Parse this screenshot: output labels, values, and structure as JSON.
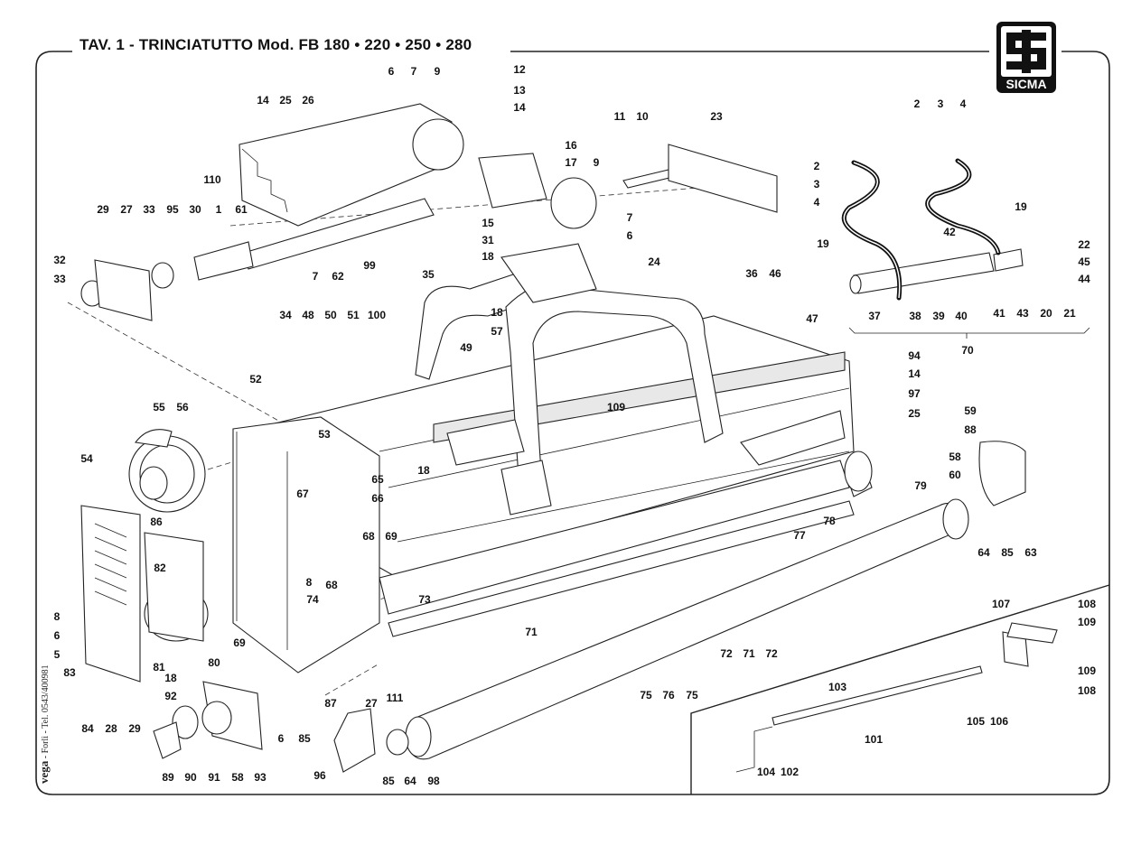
{
  "header": {
    "title": "TAV. 1  -  TRINCIATUTTO Mod. FB 180 • 220 • 250 • 280"
  },
  "logo": {
    "text": "SICMA",
    "icon": "sicma-logo"
  },
  "side_note": {
    "brand": "vega",
    "text": " - Forlì - Tel. 0543/400981"
  },
  "group_label": "70",
  "labels": [
    "12",
    "13",
    "14",
    "14",
    "25",
    "26",
    "6",
    "7",
    "9",
    "16",
    "17",
    "9",
    "110",
    "29",
    "27",
    "33",
    "95",
    "30",
    "1",
    "61",
    "32",
    "33",
    "7",
    "62",
    "99",
    "15",
    "31",
    "18",
    "7",
    "6",
    "11",
    "10",
    "23",
    "24",
    "35",
    "18",
    "34",
    "48",
    "50",
    "51",
    "100",
    "49",
    "57",
    "109",
    "36",
    "46",
    "47",
    "52",
    "53",
    "18",
    "55",
    "56",
    "54",
    "65",
    "66",
    "67",
    "86",
    "82",
    "8",
    "74",
    "68",
    "69",
    "73",
    "8",
    "6",
    "5",
    "83",
    "81",
    "69",
    "80",
    "18",
    "92",
    "84",
    "28",
    "29",
    "6",
    "85",
    "87",
    "27",
    "111",
    "89",
    "90",
    "91",
    "58",
    "93",
    "96",
    "85",
    "64",
    "98",
    "68",
    "71",
    "75",
    "76",
    "75",
    "72",
    "71",
    "77",
    "72",
    "78",
    "79",
    "64",
    "85",
    "63",
    "94",
    "14",
    "97",
    "25",
    "59",
    "88",
    "58",
    "60",
    "2",
    "3",
    "4",
    "2",
    "3",
    "4",
    "19",
    "19",
    "42",
    "22",
    "45",
    "44",
    "37",
    "38",
    "39",
    "40",
    "41",
    "43",
    "20",
    "21",
    "107",
    "108",
    "109",
    "109",
    "108",
    "103",
    "101",
    "105",
    "106",
    "104",
    "102"
  ]
}
